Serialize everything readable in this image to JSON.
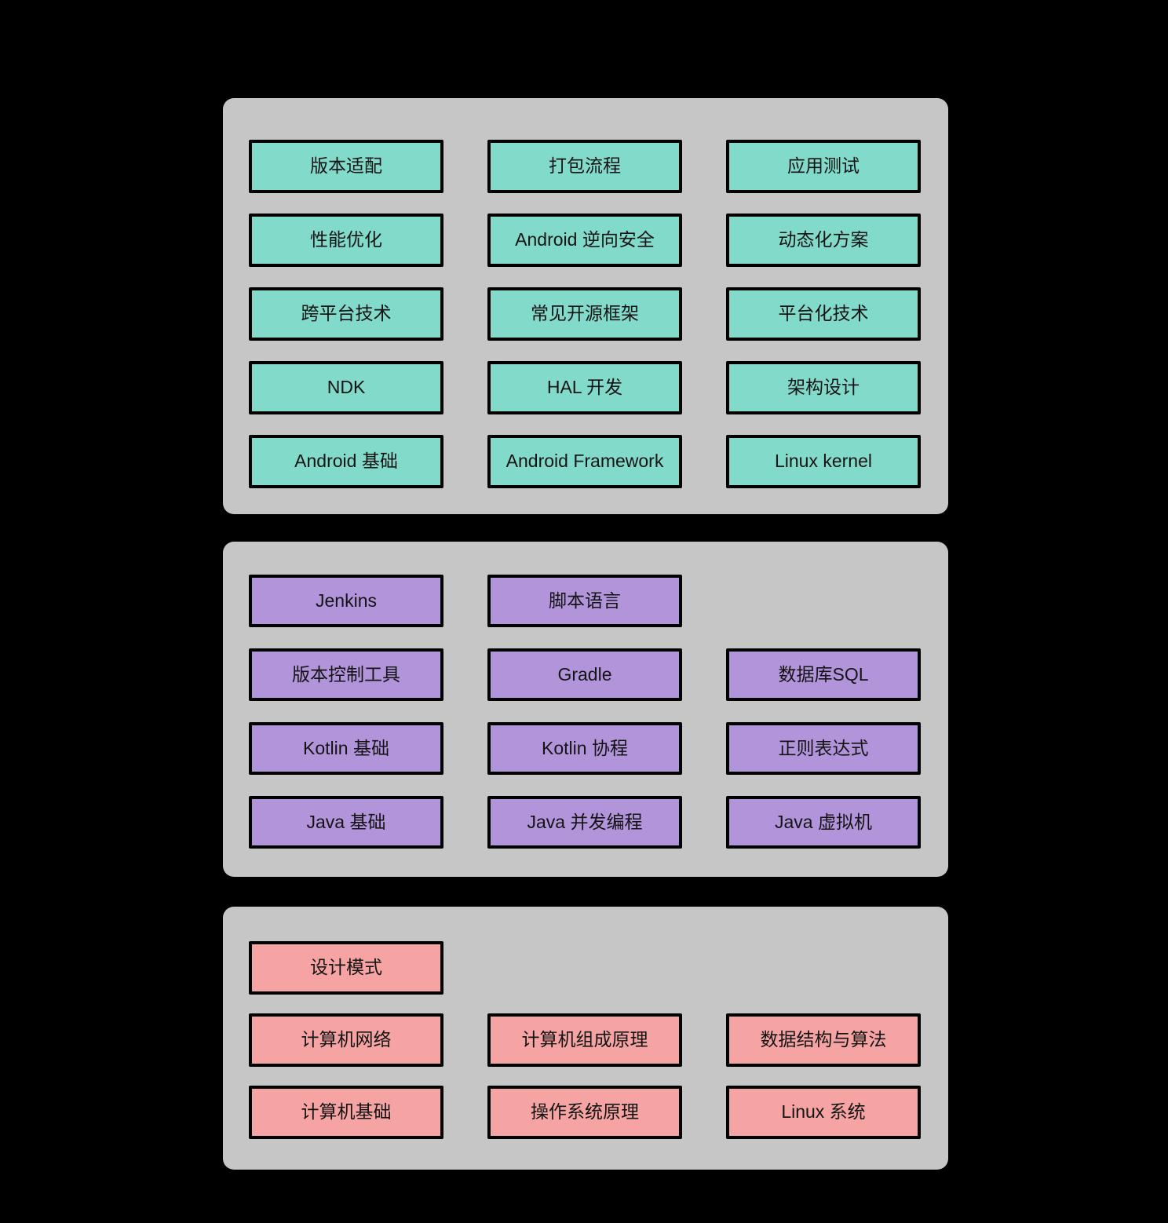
{
  "colors": {
    "background": "#000000",
    "panel_background": "#C6C6C6",
    "box_border": "#000000",
    "text": "#141414",
    "teal": "#82DACB",
    "purple": "#B294DB",
    "pink": "#F5A3A3"
  },
  "panels": [
    {
      "id": "android-advanced",
      "box_color": "#82DACB",
      "rows": [
        [
          "版本适配",
          "打包流程",
          "应用测试"
        ],
        [
          "性能优化",
          "Android 逆向安全",
          "动态化方案"
        ],
        [
          "跨平台技术",
          "常见开源框架",
          "平台化技术"
        ],
        [
          "NDK",
          "HAL 开发",
          "架构设计"
        ],
        [
          "Android 基础",
          "Android Framework",
          "Linux kernel"
        ]
      ]
    },
    {
      "id": "languages-and-tools",
      "box_color": "#B294DB",
      "rows": [
        [
          "Jenkins",
          "脚本语言",
          null
        ],
        [
          "版本控制工具",
          "Gradle",
          "数据库SQL"
        ],
        [
          "Kotlin 基础",
          "Kotlin 协程",
          "正则表达式"
        ],
        [
          "Java 基础",
          "Java 并发编程",
          "Java 虚拟机"
        ]
      ]
    },
    {
      "id": "cs-fundamentals",
      "box_color": "#F5A3A3",
      "rows": [
        [
          "设计模式",
          null,
          null
        ],
        [
          "计算机网络",
          "计算机组成原理",
          "数据结构与算法"
        ],
        [
          "计算机基础",
          "操作系统原理",
          "Linux 系统"
        ]
      ]
    }
  ]
}
